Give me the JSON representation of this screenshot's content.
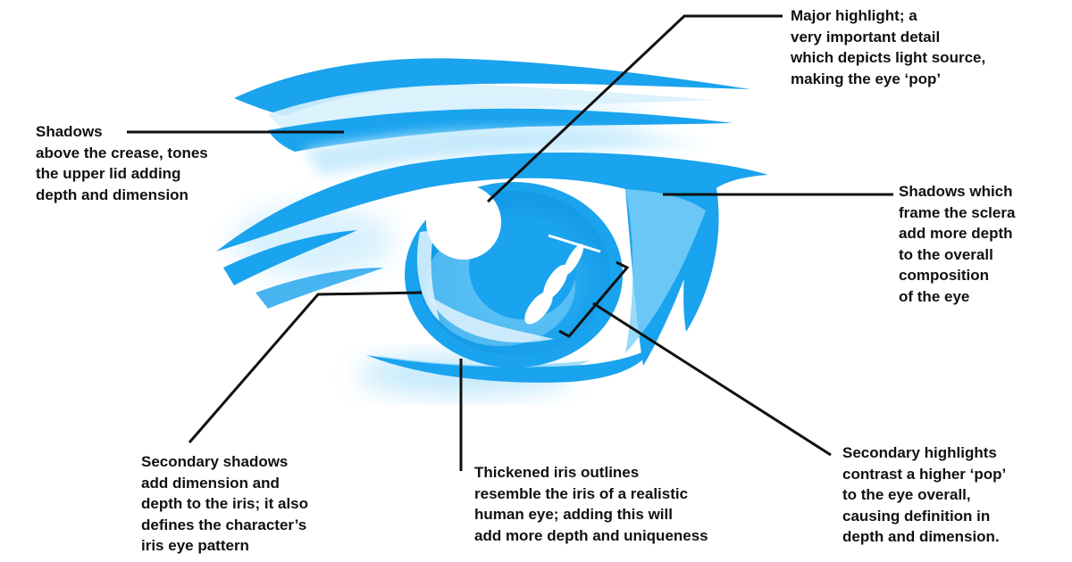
{
  "colors": {
    "eye_blue": "#1aa3ee",
    "light_blue": "#7fd0f8",
    "pale_blue": "#d8f1fd",
    "leader_line": "#111111",
    "highlight": "#ffffff"
  },
  "annotations": {
    "major_highlight": [
      "Major highlight; a",
      "very important detail",
      "which depicts light source,",
      "making the eye ‘pop’"
    ],
    "crease_shadows": [
      "Shadows",
      "above the crease, tones",
      "the upper lid adding",
      "depth and dimension"
    ],
    "sclera_shadows": [
      "Shadows which",
      "frame the sclera",
      "add more depth",
      "to the overall",
      "composition",
      "of the eye"
    ],
    "secondary_shadows": [
      "Secondary shadows",
      "add dimension and",
      "depth to the iris; it also",
      "defines the character’s",
      "iris eye pattern"
    ],
    "iris_outlines": [
      "Thickened iris outlines",
      "resemble the iris of a realistic",
      "human eye; adding this will",
      "add more depth and uniqueness"
    ],
    "secondary_highlights": [
      "Secondary highlights",
      "contrast a higher ‘pop’",
      "to the eye overall,",
      "causing definition in",
      "depth and dimension."
    ]
  }
}
